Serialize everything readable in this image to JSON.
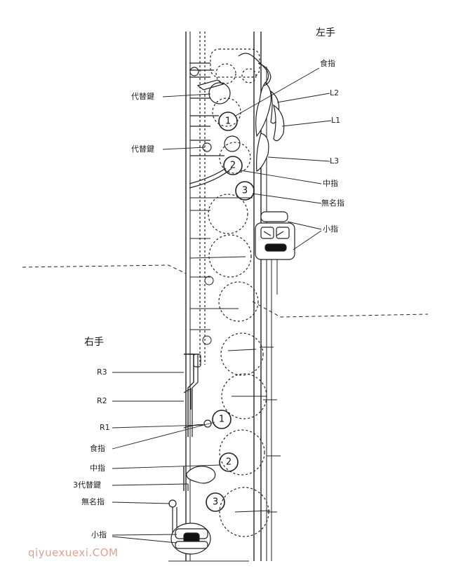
{
  "left_hand": {
    "title": "左手",
    "labels": {
      "alt_key_1": "代替鍵",
      "alt_key_2": "代替鍵",
      "index": "食指",
      "l2": "L2",
      "l1": "L1",
      "l3": "L3",
      "middle": "中指",
      "ring": "無名指",
      "pinky": "小指"
    },
    "fingers": [
      "1",
      "2",
      "3"
    ]
  },
  "right_hand": {
    "title": "右手",
    "labels": {
      "r3": "R3",
      "r2": "R2",
      "r1": "R1",
      "index": "食指",
      "middle": "中指",
      "alt_key_3": "3代替鍵",
      "ring": "無名指",
      "pinky": "小指"
    },
    "fingers": [
      "1",
      "2",
      "3"
    ]
  },
  "watermark": "qiyuexuexi.COM"
}
